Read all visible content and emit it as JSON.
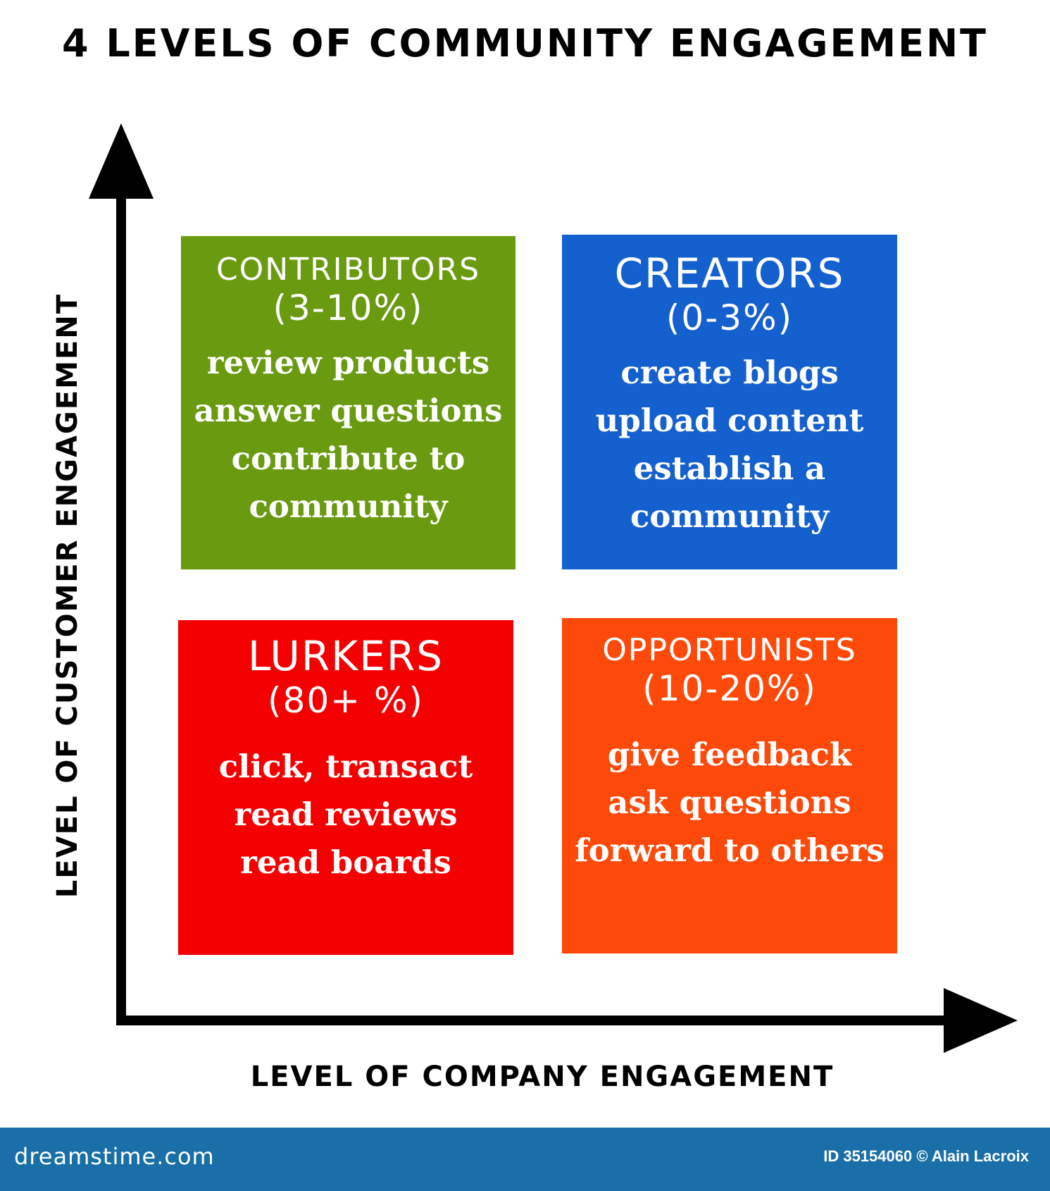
{
  "title": "4 LEVELS OF COMMUNITY ENGAGEMENT",
  "y_axis_label": "LEVEL OF CUSTOMER ENGAGEMENT",
  "x_axis_label": "LEVEL OF COMPANY ENGAGEMENT",
  "quadrants": [
    {
      "name": "CONTRIBUTORS",
      "percent": "(3-10%)",
      "color": "#6a9a0f",
      "lines": [
        "review products",
        "answer questions",
        "contribute to",
        "community"
      ]
    },
    {
      "name": "CREATORS",
      "percent": "(0-3%)",
      "color": "#1560cf",
      "lines": [
        "create blogs",
        "upload content",
        "establish a",
        "community"
      ]
    },
    {
      "name": "LURKERS",
      "percent": "(80+ %)",
      "color": "#f50000",
      "lines": [
        "click, transact",
        "read reviews",
        "read boards"
      ]
    },
    {
      "name": "OPPORTUNISTS",
      "percent": "(10-20%)",
      "color": "#fd4a0a",
      "lines": [
        "give feedback",
        "ask questions",
        "forward to others"
      ]
    }
  ],
  "footer": {
    "site": "dreamstime.com",
    "credit": "ID 35154060 © Alain Lacroix",
    "color": "#1a6fa8"
  }
}
